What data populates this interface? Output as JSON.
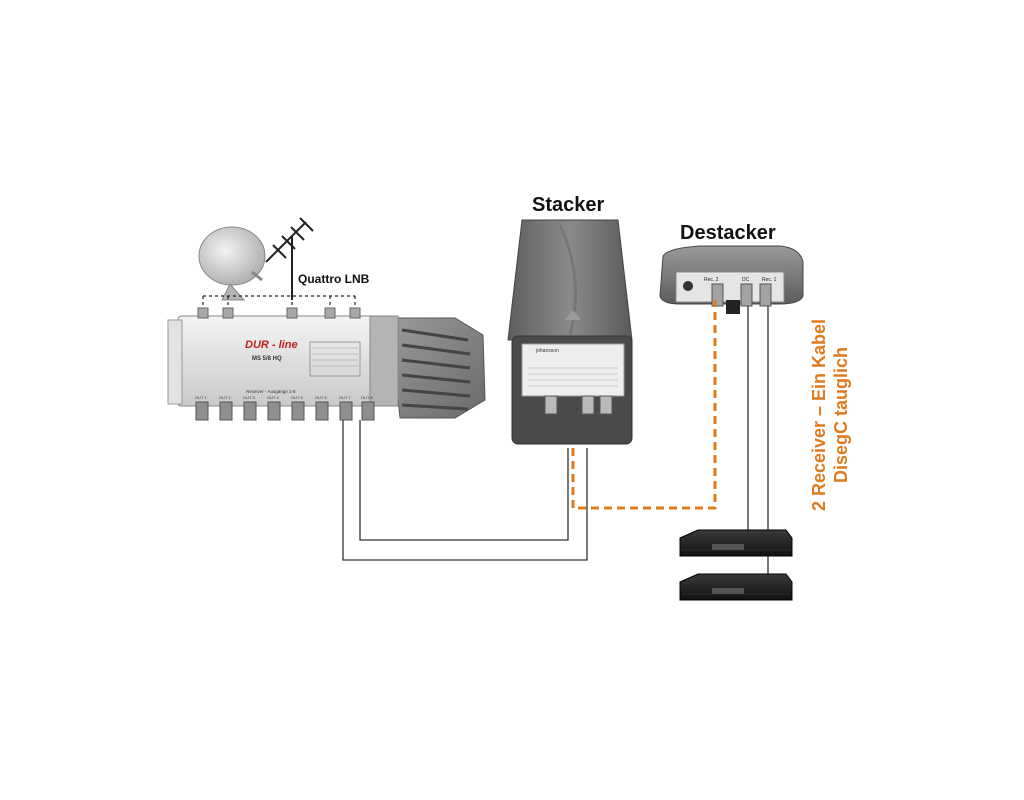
{
  "labels": {
    "quattro_lnb": "Quattro LNB",
    "stacker": "Stacker",
    "destacker": "Destacker",
    "note_line1": "2 Receiver – Ein Kabel",
    "note_line2": "DisegC tauglich"
  },
  "multiswitch": {
    "brand": "DUR - line",
    "model": "MS 5/8 HQ",
    "outputs_label": "Receiver - Ausgänge 1-8",
    "output_ports": [
      "OUT 1",
      "OUT 2",
      "OUT 3",
      "OUT 4",
      "OUT 5",
      "OUT 6",
      "OUT 7",
      "OUT 8"
    ]
  },
  "stacker_unit": {
    "brand": "johansson"
  },
  "destacker_unit": {
    "port_labels": [
      "Rec. 2",
      "DC",
      "Rec. 1"
    ]
  },
  "colors": {
    "orange_cable": "#e07a1c",
    "wire": "#333333"
  },
  "icons": [
    "satellite-dish-icon",
    "antenna-icon"
  ]
}
